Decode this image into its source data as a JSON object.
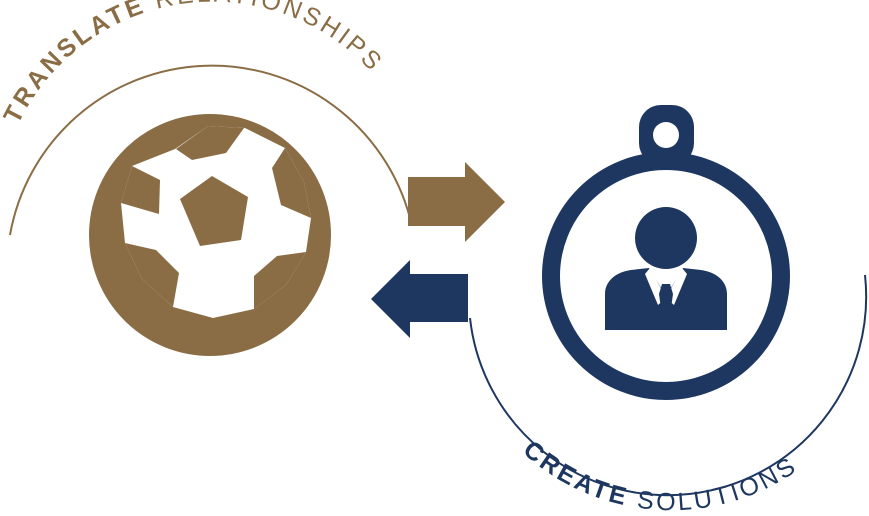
{
  "top_label": {
    "bold": "TRANSLATE",
    "light": " RELATIONSHIPS"
  },
  "bottom_label": {
    "bold": "CREATE",
    "light": " SOLUTIONS"
  },
  "icons": {
    "left": "soccer-ball-icon",
    "right": "id-badge-person-icon",
    "arrow_right": "arrow-right-icon",
    "arrow_left": "arrow-left-icon"
  },
  "colors": {
    "gold": "#8a6d45",
    "navy": "#1e3761",
    "background": "#ffffff"
  }
}
